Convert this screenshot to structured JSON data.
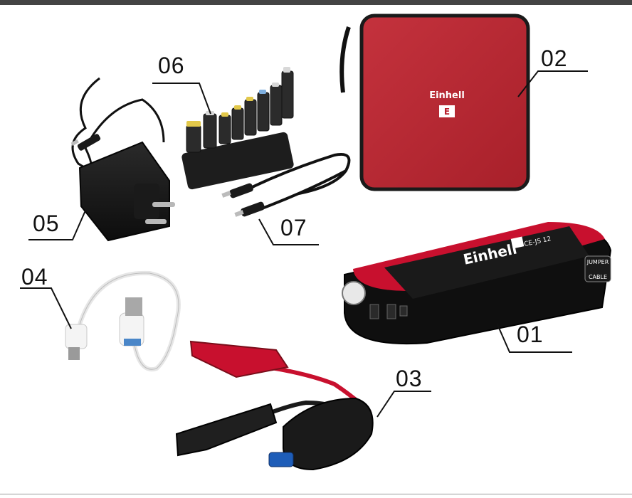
{
  "parts": [
    {
      "number": "01",
      "item": "jump-starter-unit"
    },
    {
      "number": "02",
      "item": "storage-case"
    },
    {
      "number": "03",
      "item": "jumper-cable-clamps"
    },
    {
      "number": "04",
      "item": "usb-cable"
    },
    {
      "number": "05",
      "item": "wall-charger"
    },
    {
      "number": "06",
      "item": "adapter-plugs"
    },
    {
      "number": "07",
      "item": "dc-connection-cable"
    }
  ],
  "branding": {
    "logo_text": "Einhell",
    "logo_icon": "E",
    "model_text": "CE-JS 12",
    "button_label_line1": "JUMPER",
    "button_label_line2": "CABLE"
  },
  "colors": {
    "accent_red": "#c8102e",
    "dark": "#1a1a1a",
    "case_red": "#b8202c"
  }
}
